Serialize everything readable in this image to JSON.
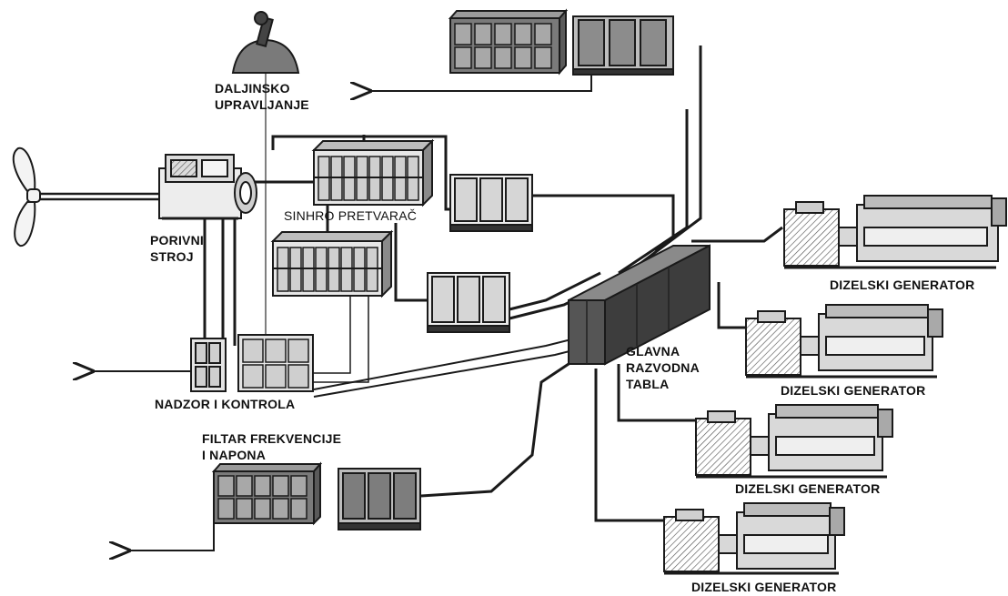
{
  "labels": {
    "remote_line1": "DALJINSKO",
    "remote_line2": "UPRAVLJANJE",
    "synchro_converter": "SINHRO PRETVARAČ",
    "propulsion_line1": "PORIVNI",
    "propulsion_line2": "STROJ",
    "monitoring": "NADZOR I KONTROLA",
    "filter_line1": "FILTAR  FREKVENCIJE",
    "filter_line2": "I NAPONA",
    "switchboard_line1": "GLAVNA",
    "switchboard_line2": "RAZVODNA",
    "switchboard_line3": "TABLA",
    "generator_1": "DIZELSKI GENERATOR",
    "generator_2": "DIZELSKI GENERATOR",
    "generator_3": "DIZELSKI GENERATOR",
    "generator_4": "DIZELSKI GENERATOR"
  },
  "colors": {
    "line": "#1a1a1a",
    "cabinet_fill": "#6f6f6f",
    "cabinet_light": "#e0e0e0",
    "switchboard": "#4a4a4a",
    "background": "#ffffff"
  }
}
